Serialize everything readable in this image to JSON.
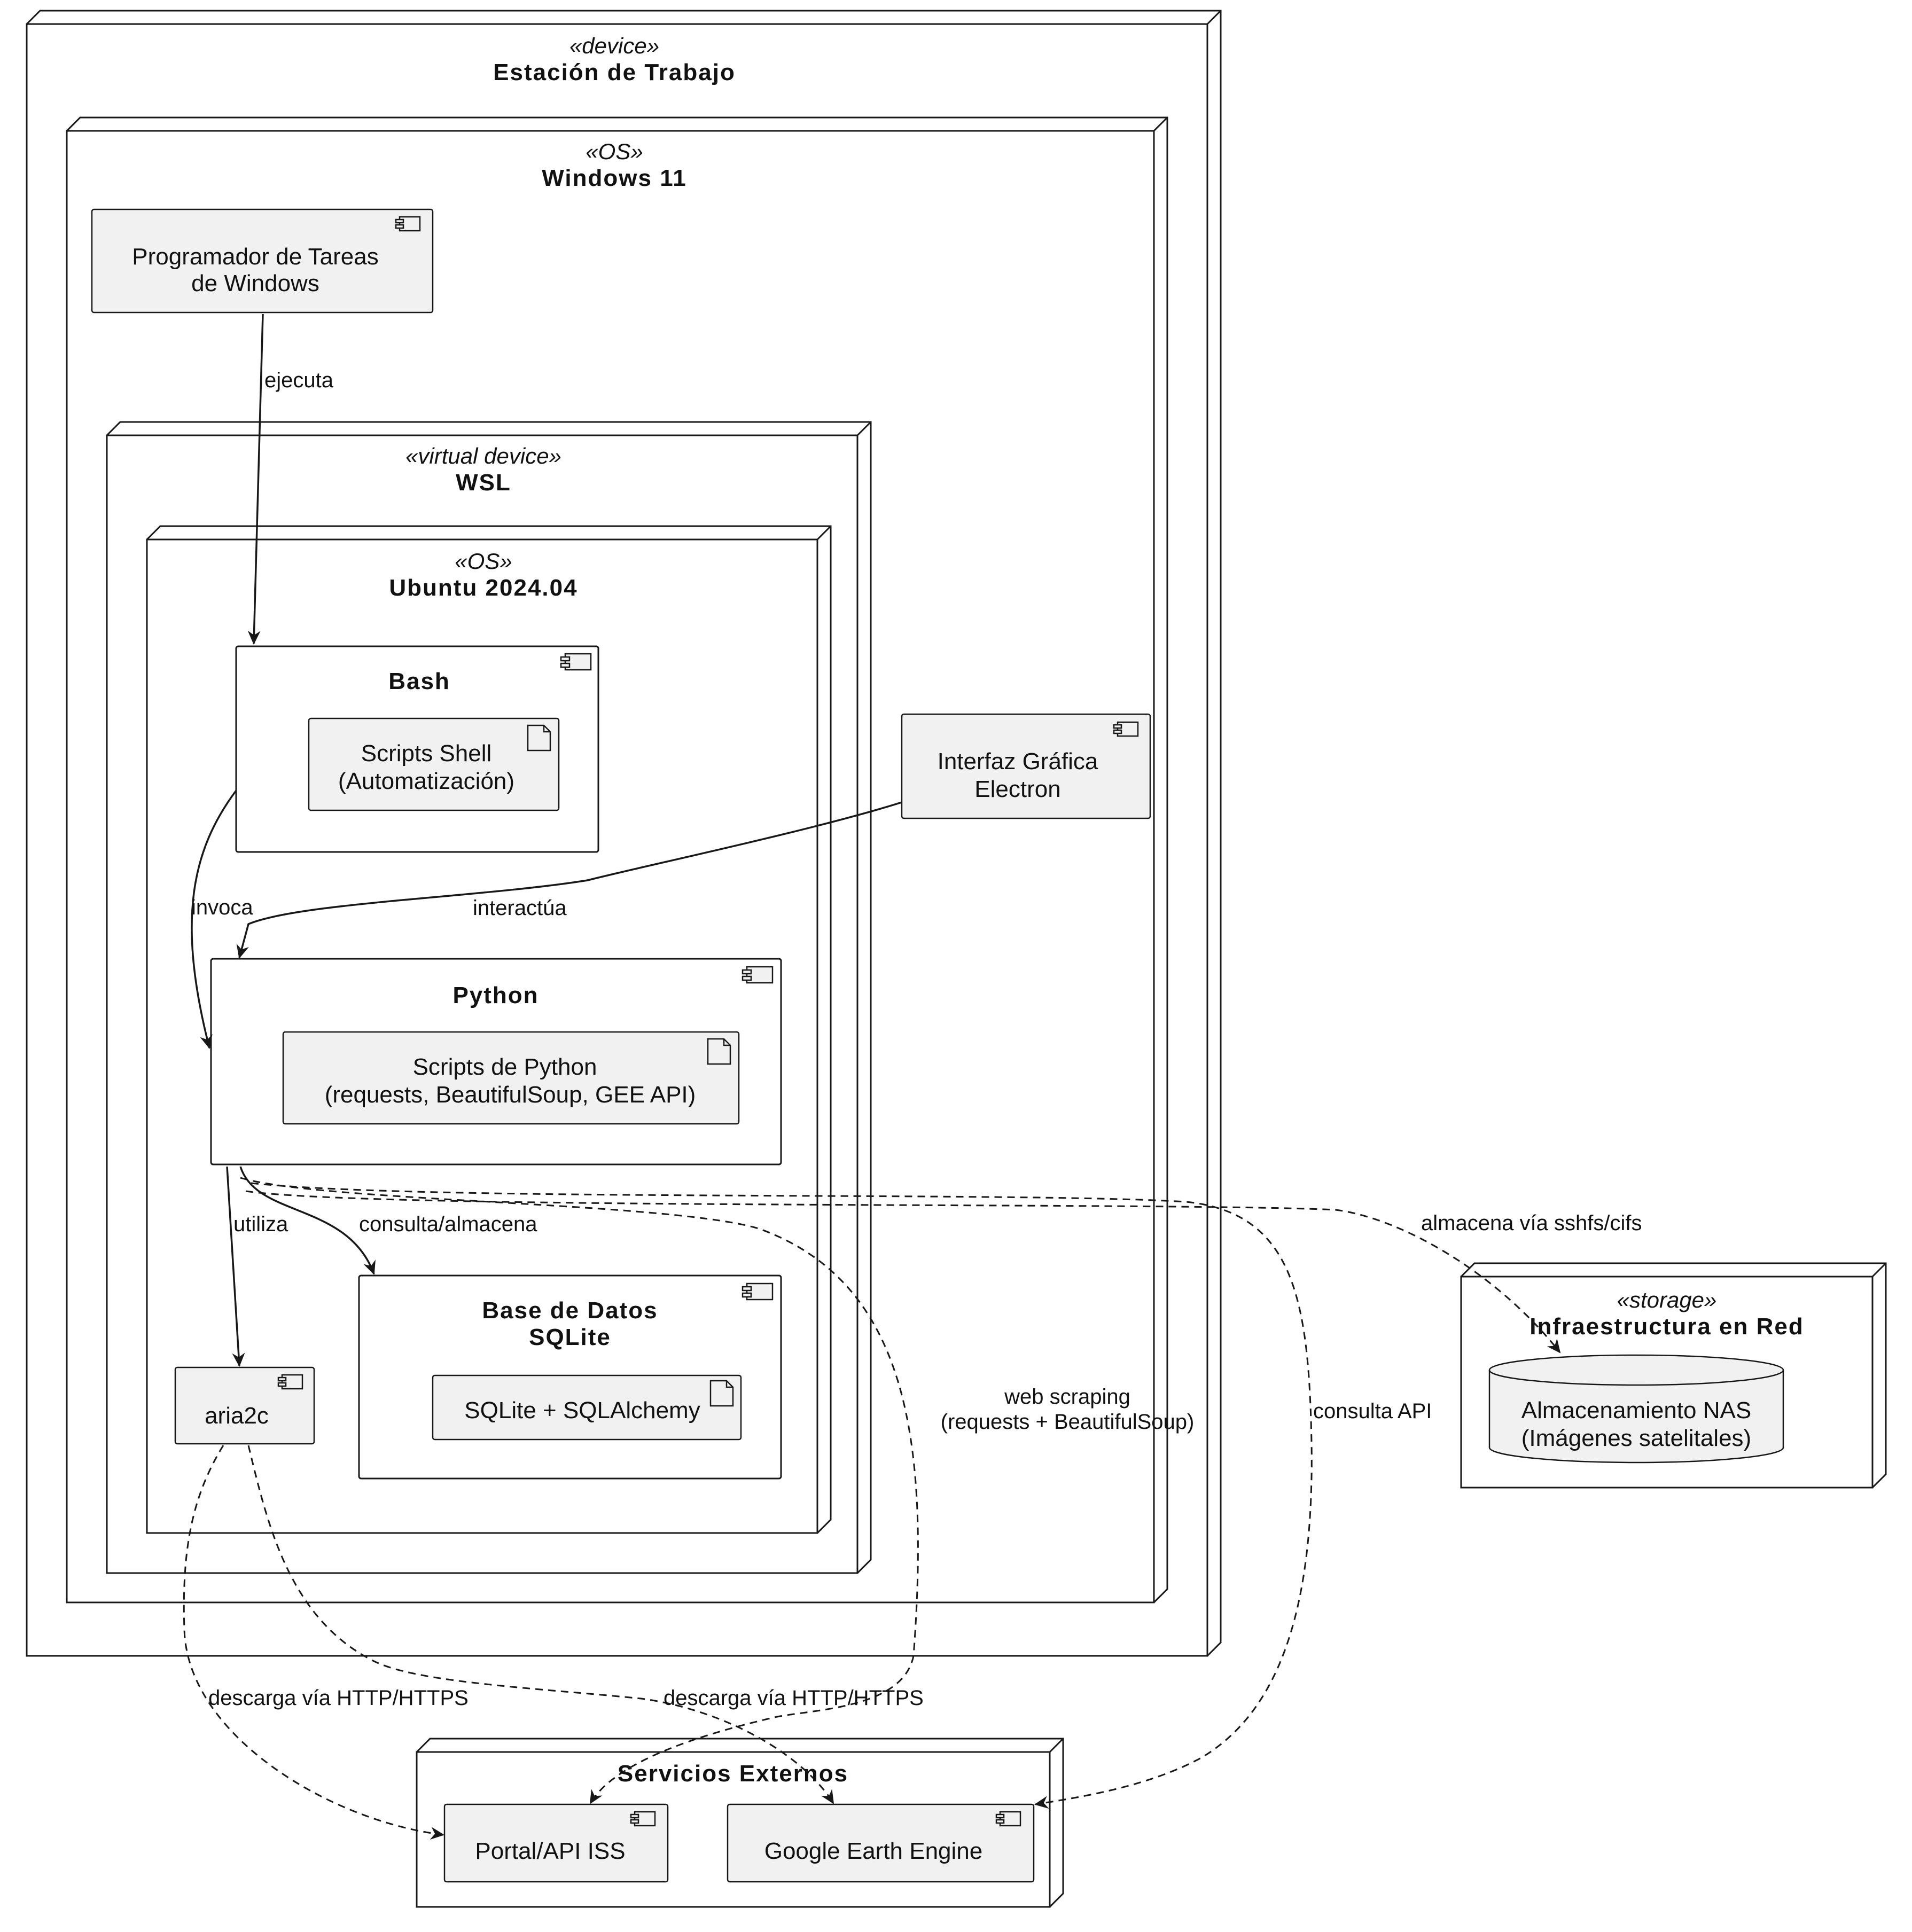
{
  "nodes": {
    "workstation": {
      "stereotype": "«device»",
      "title": "Estación de Trabajo"
    },
    "windows": {
      "stereotype": "«OS»",
      "title": "Windows 11"
    },
    "wsl": {
      "stereotype": "«virtual device»",
      "title": "WSL"
    },
    "ubuntu": {
      "stereotype": "«OS»",
      "title": "Ubuntu 2024.04"
    },
    "network": {
      "stereotype": "«storage»",
      "title": "Infraestructura en Red"
    },
    "external": {
      "title": "Servicios Externos"
    }
  },
  "components": {
    "task_scheduler": {
      "line1": "Programador de Tareas",
      "line2": "de Windows"
    },
    "bash": {
      "title": "Bash"
    },
    "shell_scripts": {
      "line1": "Scripts Shell",
      "line2": "(Automatización)"
    },
    "gui": {
      "line1": "Interfaz Gráfica",
      "line2": "Electron"
    },
    "python": {
      "title": "Python"
    },
    "python_scripts": {
      "line1": "Scripts de Python",
      "line2": "(requests, BeautifulSoup, GEE API)"
    },
    "database": {
      "line1": "Base de Datos",
      "line2": "SQLite"
    },
    "sqlite_artifact": {
      "label": "SQLite + SQLAlchemy"
    },
    "aria2c": {
      "label": "aria2c"
    },
    "nas": {
      "line1": "Almacenamiento NAS",
      "line2": "(Imágenes satelitales)"
    },
    "iss_portal": {
      "label": "Portal/API ISS"
    },
    "gee": {
      "label": "Google Earth Engine"
    }
  },
  "edges": {
    "ejecuta": "ejecuta",
    "invoca": "invoca",
    "interactua": "interactúa",
    "utiliza": "utiliza",
    "consulta_almacena": "consulta/almacena",
    "almacena_nas": "almacena vía sshfs/cifs",
    "web_scraping_1": "web scraping",
    "web_scraping_2": "(requests + BeautifulSoup)",
    "consulta_api": "consulta API",
    "descarga_iss": "descarga vía HTTP/HTTPS",
    "descarga_gee": "descarga vía HTTP/HTTPS"
  },
  "colors": {
    "component_fill": "#f1f1f1",
    "line": "#181818",
    "background": "#ffffff"
  }
}
